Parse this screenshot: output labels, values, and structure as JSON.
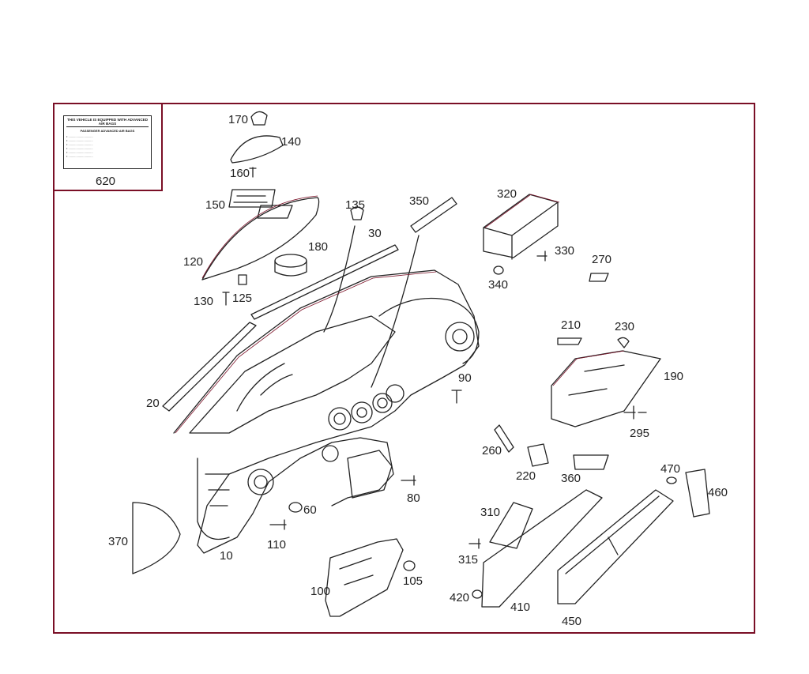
{
  "diagram": {
    "accent_color": "#7a0f26",
    "line_color": "#222222",
    "airbag_label": {
      "heading": "THIS VEHICLE IS EQUIPPED WITH ADVANCED AIR BAGS",
      "subheading": "PASSENGER ADVANCED AIR BAGS",
      "lines": [
        "• ............................",
        "• ............................",
        "• ............................",
        "• ............................",
        "• ............................",
        "• ............................"
      ]
    },
    "callouts": {
      "c620": "620",
      "c170": "170",
      "c140": "140",
      "c160": "160",
      "c150": "150",
      "c120": "120",
      "c130": "130",
      "c125": "125",
      "c180": "180",
      "c135": "135",
      "c30": "30",
      "c350": "350",
      "c320": "320",
      "c330": "330",
      "c340": "340",
      "c270": "270",
      "c210": "210",
      "c230": "230",
      "c190": "190",
      "c90": "90",
      "c20": "20",
      "c295": "295",
      "c260": "260",
      "c220": "220",
      "c360": "360",
      "c470": "470",
      "c460": "460",
      "c80": "80",
      "c60": "60",
      "c110": "110",
      "c370": "370",
      "c10": "10",
      "c310": "310",
      "c315": "315",
      "c100": "100",
      "c105": "105",
      "c420": "420",
      "c410": "410",
      "c450": "450"
    }
  }
}
